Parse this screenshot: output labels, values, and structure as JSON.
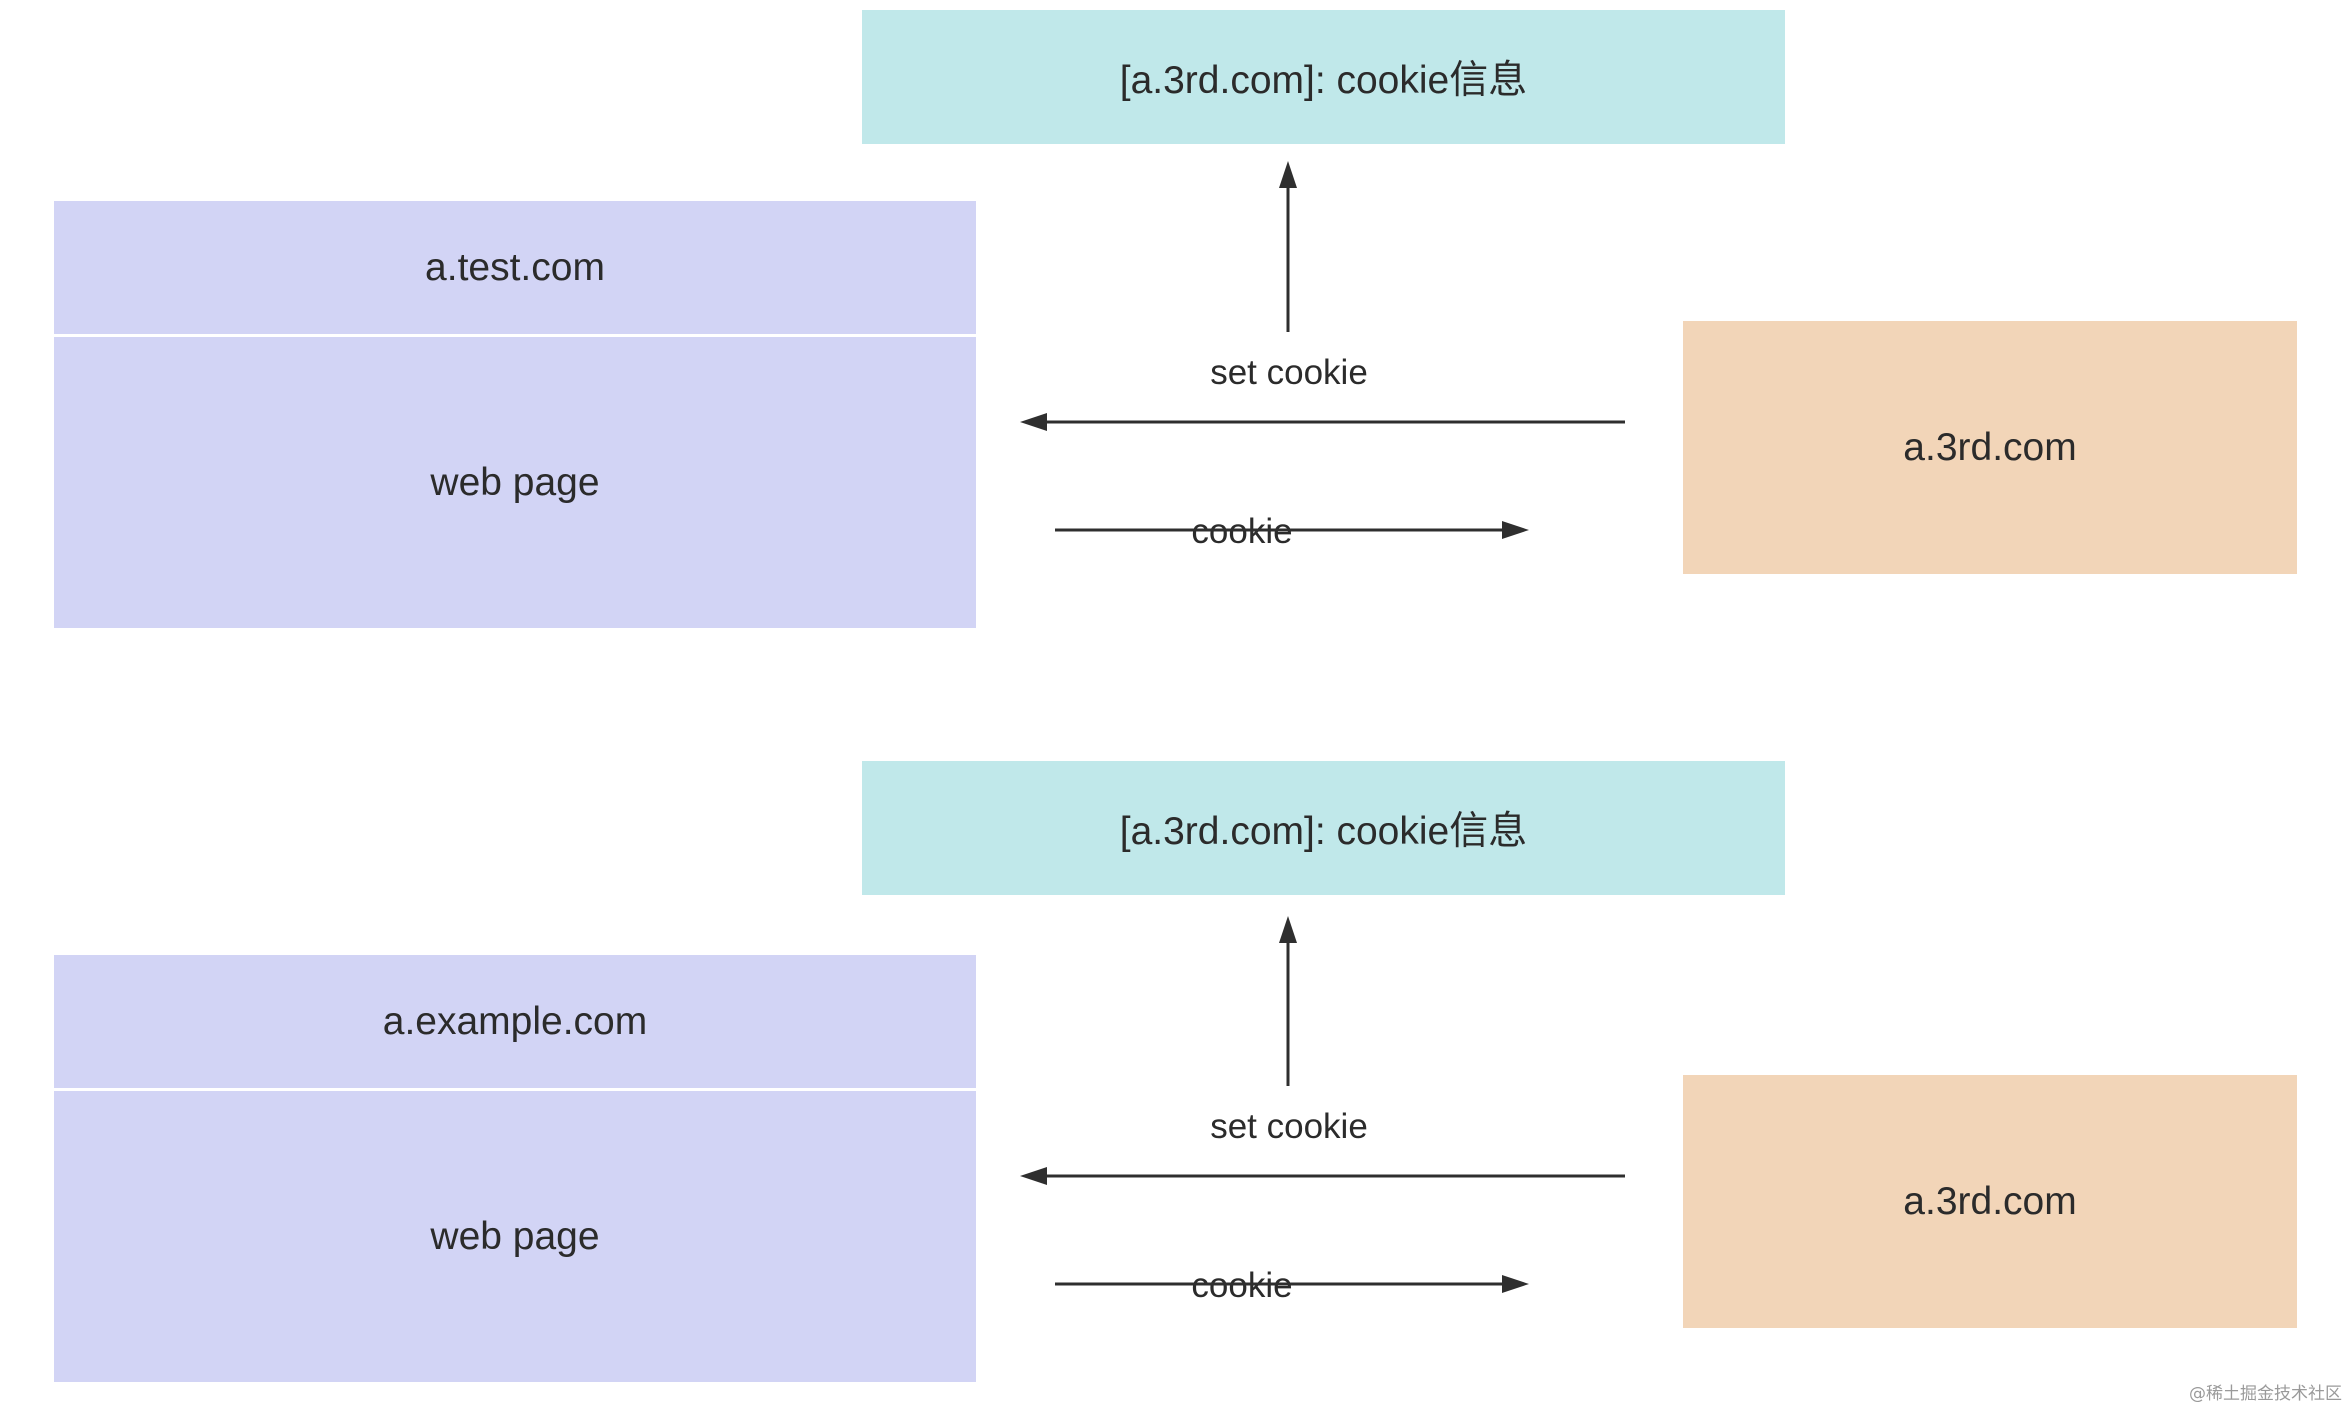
{
  "colors": {
    "cookie_store": "#c0e8ea",
    "first_party_site": "#d2d4f5",
    "third_party_site": "#f2d5b8",
    "arrow": "#2f2f2f"
  },
  "scenarios": [
    {
      "cookie_store": "[a.3rd.com]: cookie信息",
      "site_domain": "a.test.com",
      "site_body": "web page",
      "third_party": "a.3rd.com",
      "set_cookie_label": "set cookie",
      "cookie_label": "cookie"
    },
    {
      "cookie_store": "[a.3rd.com]: cookie信息",
      "site_domain": "a.example.com",
      "site_body": "web page",
      "third_party": "a.3rd.com",
      "set_cookie_label": "set cookie",
      "cookie_label": "cookie"
    }
  ],
  "watermark": "@稀土掘金技术社区"
}
